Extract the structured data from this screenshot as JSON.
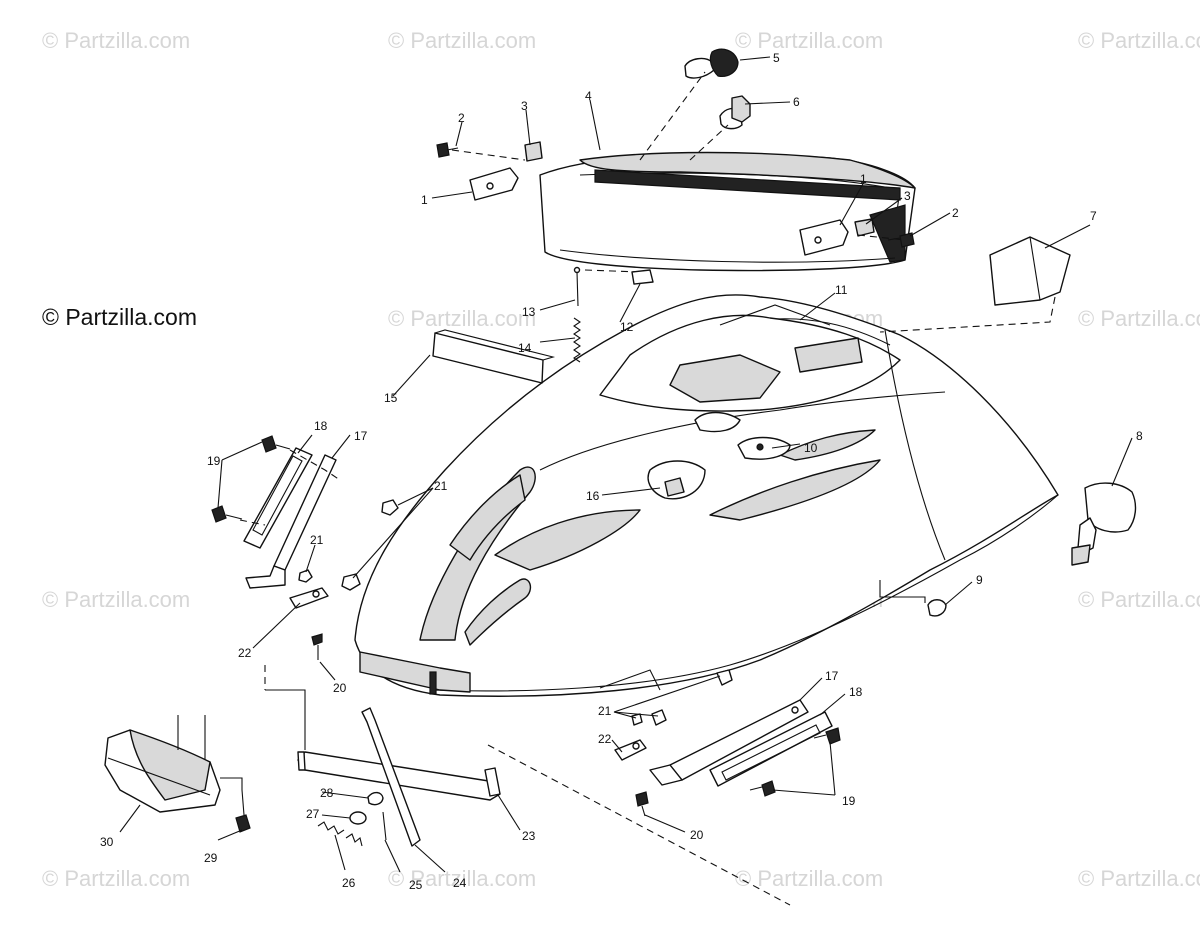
{
  "watermark": "© Partzilla.com",
  "brand_notice": "© Partzilla.com",
  "callouts": [
    "1",
    "2",
    "3",
    "4",
    "5",
    "6",
    "1",
    "3",
    "2",
    "7",
    "11",
    "13",
    "12",
    "14",
    "15",
    "10",
    "16",
    "8",
    "9",
    "18",
    "17",
    "19",
    "21",
    "21",
    "22",
    "20",
    "17",
    "18",
    "21",
    "22",
    "19",
    "20",
    "23",
    "28",
    "27",
    "26",
    "25",
    "24",
    "30",
    "29"
  ],
  "parts": [
    "bracket-1-left",
    "bolt-2-left",
    "clip-3-left",
    "headlight-4",
    "bulb-5",
    "bulb-socket-6",
    "bracket-1-right",
    "clip-3-right",
    "bolt-2-right",
    "cover-7",
    "mirror-8",
    "grommet-9",
    "fastener-10",
    "hood-11",
    "clip-12",
    "pin-13",
    "spring-14",
    "foam-strip-15",
    "knob-16",
    "support-arm-17-left",
    "gasket-18-left",
    "screw-19-left",
    "nut-21-left",
    "latch-22-left",
    "screw-20-left",
    "support-arm-17-right",
    "gasket-18-right",
    "nut-21-right",
    "latch-22-right",
    "screw-19-right",
    "screw-20-right",
    "frame-23",
    "rod-24",
    "pin-25",
    "spring-26",
    "spring-27",
    "clip-28",
    "deflector-30",
    "bolt-29"
  ]
}
